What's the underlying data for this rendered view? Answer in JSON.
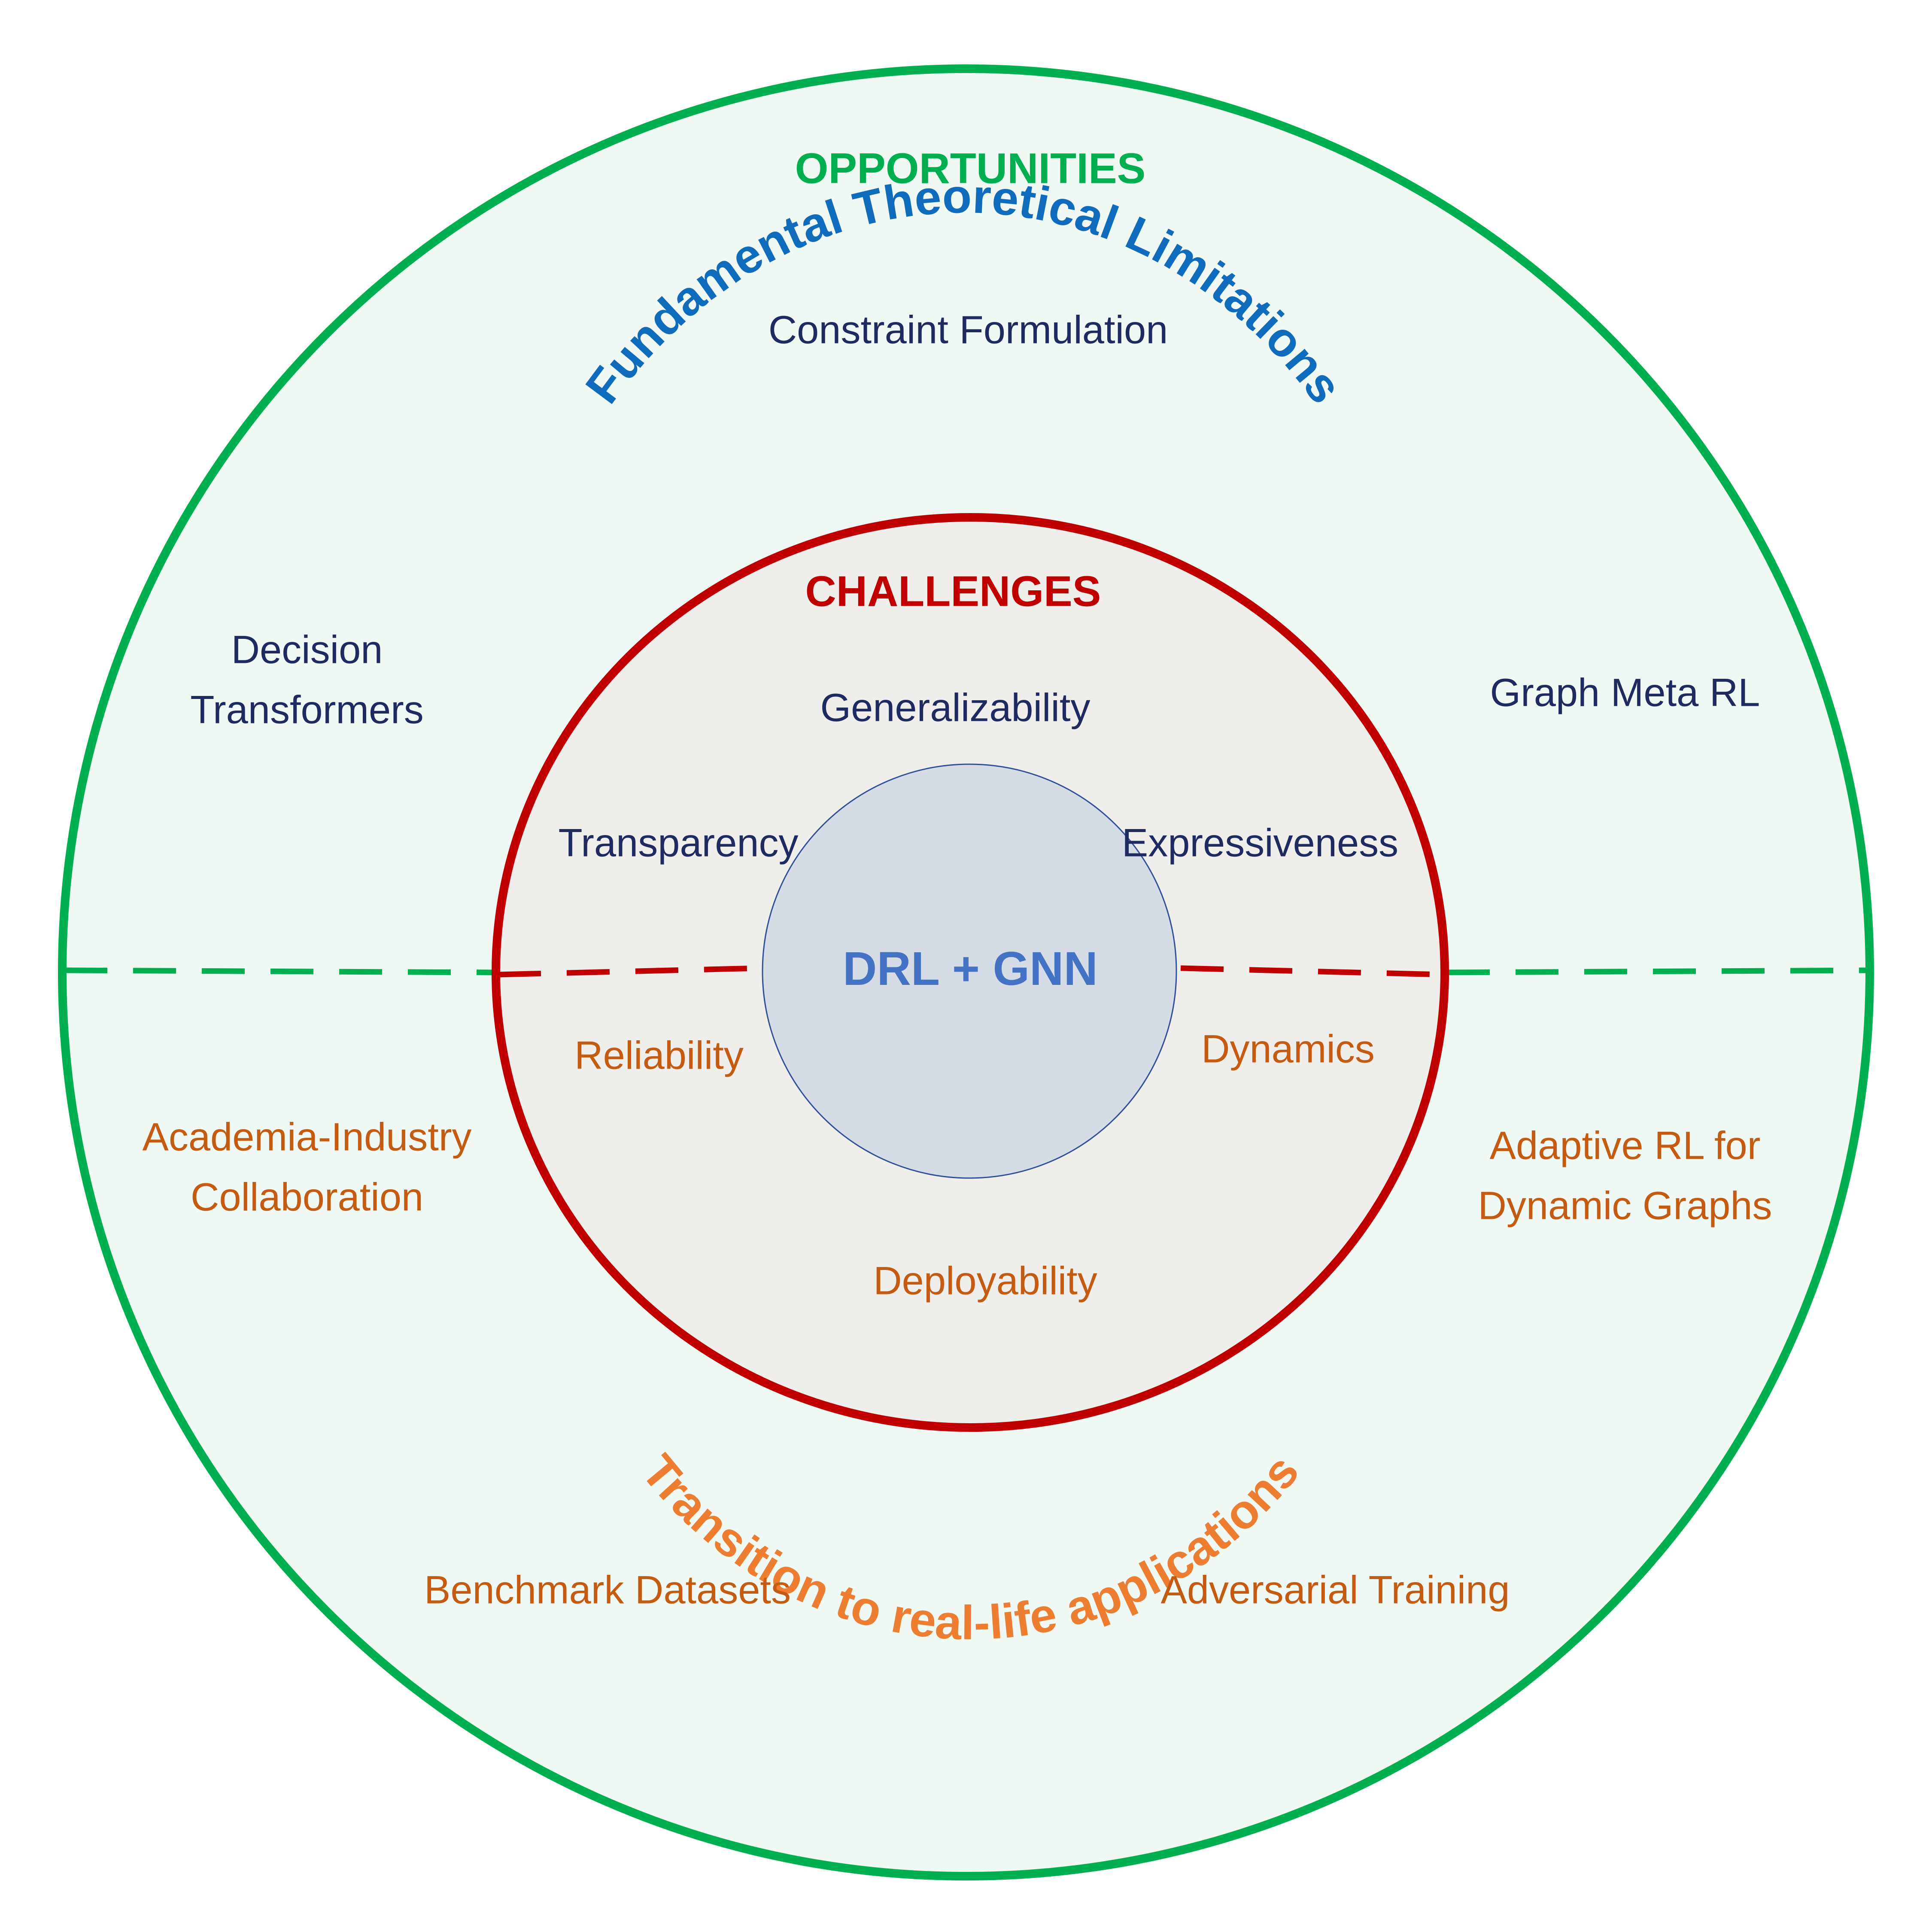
{
  "colors": {
    "outer_stroke": "#00B050",
    "outer_fill": "#F0F8F3",
    "middle_stroke": "#C00000",
    "middle_fill": "#EFEEEA",
    "inner_stroke": "#2F4F9A",
    "inner_fill": "#D6DCE5",
    "navy_text": "#1F2A60",
    "orange_text": "#C55A11",
    "blue_arc_text": "#0F6CBD",
    "orange_arc_text": "#ED7D31",
    "core_text": "#4472C4",
    "opportunities_text": "#00B050",
    "challenges_text": "#C00000"
  },
  "opportunities": {
    "heading": "OPPORTUNITIES",
    "top": [
      "Constraint Formulation",
      "Decision",
      "Transformers",
      "Graph Meta RL"
    ],
    "bottom": [
      "Academia-Industry",
      "Collaboration",
      "Adaptive RL for",
      "Dynamic Graphs",
      "Benchmark Datasets",
      "Adversarial Training"
    ]
  },
  "arcs": {
    "top": "Fundamental Theoretical Limitations",
    "bottom": "Transition to real-life applications"
  },
  "challenges": {
    "heading": "CHALLENGES",
    "top": [
      "Generalizability",
      "Transparency",
      "Expressiveness"
    ],
    "bottom": [
      "Reliability",
      "Dynamics",
      "Deployability"
    ]
  },
  "core": {
    "label": "DRL + GNN"
  }
}
